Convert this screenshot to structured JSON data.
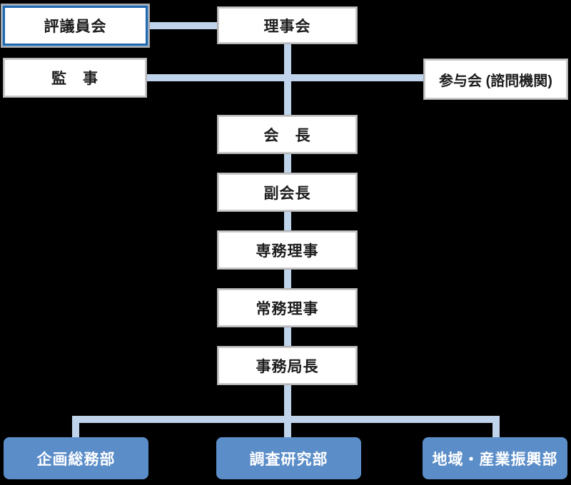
{
  "page": {
    "type": "organization-chart",
    "background": "#000000"
  },
  "colors": {
    "connector": "#bfd3ea",
    "box_fill": "#ffffff",
    "box_border": "#c9c9c9",
    "box_border_outer": "#a8a8a8",
    "highlight_border": "#1e68ad",
    "highlight_border_glow": "#8fb3d9",
    "department_fill": "#5b8dc8",
    "text": "#1d1d1d",
    "department_text": "#ffffff"
  },
  "nodes": {
    "hyogiinkai": {
      "label": "評議員会",
      "style": "highlight"
    },
    "rijikai": {
      "label": "理事会",
      "style": "plain"
    },
    "kanji": {
      "label": "監　事",
      "style": "plain"
    },
    "sanyokai": {
      "label": "参与会 (諮問機関)",
      "style": "plain"
    },
    "kaicho": {
      "label": "会　長",
      "style": "plain"
    },
    "fukukaicho": {
      "label": "副会長",
      "style": "plain"
    },
    "senmuriji": {
      "label": "専務理事",
      "style": "plain"
    },
    "jomuriji": {
      "label": "常務理事",
      "style": "plain"
    },
    "jimukyokucho": {
      "label": "事務局長",
      "style": "plain"
    },
    "kikakusomubu": {
      "label": "企画総務部",
      "style": "department"
    },
    "chosakenkyubu": {
      "label": "調査研究部",
      "style": "department"
    },
    "chiikisangyoshinkobu": {
      "label": "地域・産業振興部",
      "style": "department"
    }
  },
  "connections": [
    {
      "from": "hyogiinkai",
      "to": "rijikai",
      "shape": "horizontal"
    },
    {
      "from": "kanji",
      "to": "sanyokai",
      "shape": "horizontal"
    },
    {
      "from": "rijikai",
      "to": "jimukyokucho",
      "shape": "vertical-chain",
      "through": [
        "kaicho",
        "fukukaicho",
        "senmuriji",
        "jomuriji"
      ]
    },
    {
      "from": "jimukyokucho",
      "to": "kikakusomubu",
      "shape": "elbow"
    },
    {
      "from": "jimukyokucho",
      "to": "chosakenkyubu",
      "shape": "vertical"
    },
    {
      "from": "jimukyokucho",
      "to": "chiikisangyoshinkobu",
      "shape": "elbow"
    }
  ]
}
